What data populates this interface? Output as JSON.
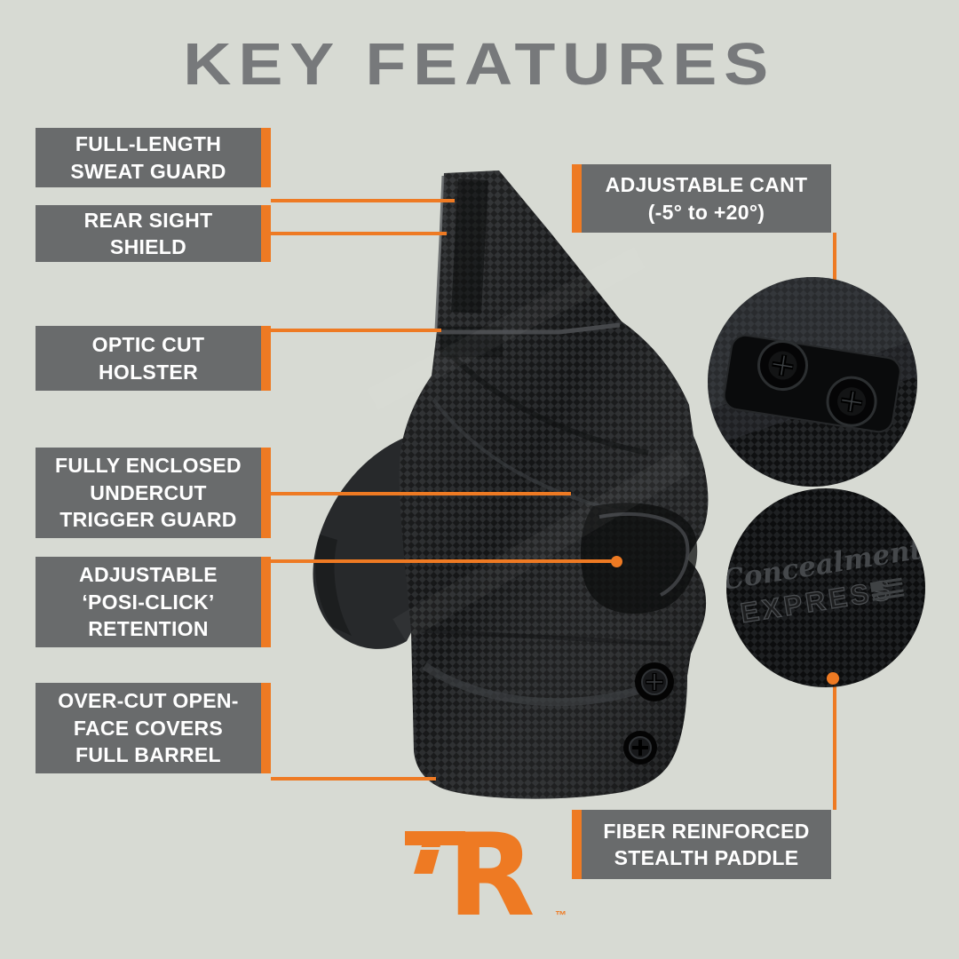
{
  "page": {
    "title": "KEY FEATURES",
    "colors": {
      "bg": "#d7dad3",
      "accent": "#ee7a23",
      "box": "#696b6c",
      "title": "#77797b",
      "label": "#ffffff"
    }
  },
  "callouts_left": [
    {
      "label": "FULL-LENGTH\nSWEAT GUARD"
    },
    {
      "label": "REAR SIGHT\nSHIELD"
    },
    {
      "label": "OPTIC CUT\nHOLSTER"
    },
    {
      "label": "FULLY ENCLOSED\nUNDERCUT\nTRIGGER GUARD"
    },
    {
      "label": "ADJUSTABLE\n‘POSI-CLICK’\nRETENTION"
    },
    {
      "label": "OVER-CUT OPEN-\nFACE COVERS\nFULL BARREL"
    }
  ],
  "callouts_right": [
    {
      "label": "ADJUSTABLE CANT\n(-5° to +20°)"
    },
    {
      "label": "FIBER REINFORCED\nSTEALTH PADDLE"
    }
  ],
  "insets": {
    "brand_stamp": {
      "line1": "Concealment",
      "line2": "EXPRESS"
    }
  },
  "brand": {
    "logo_letter": "R",
    "trademark": "™"
  }
}
